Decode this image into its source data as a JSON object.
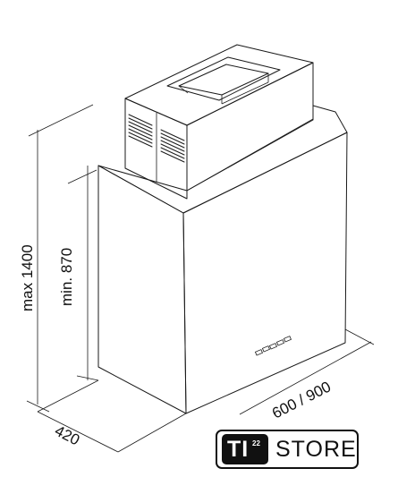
{
  "dimensions": {
    "max_height": "max 1400",
    "min_height": "min. 870",
    "depth": "420",
    "width": "600 / 900"
  },
  "logo": {
    "mark": "TI",
    "superscript": "22",
    "word": "STORE"
  },
  "colors": {
    "line": "#1a1a1a",
    "background": "#ffffff",
    "logo": "#111111"
  }
}
